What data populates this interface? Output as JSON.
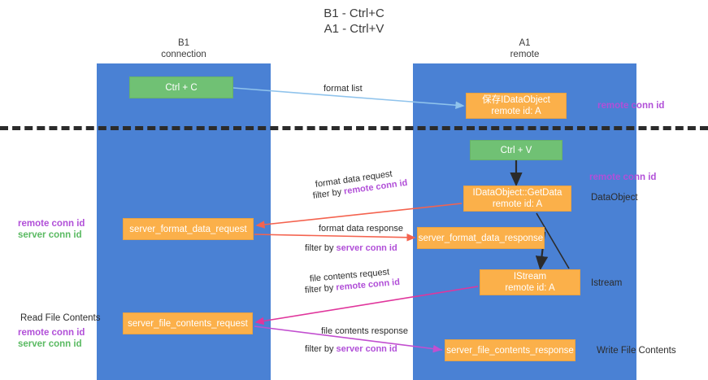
{
  "title": "B1 - Ctrl+C\nA1 - Ctrl+V",
  "columns": {
    "left": {
      "name": "B1",
      "role": "connection",
      "header": "B1\nconnection"
    },
    "right": {
      "name": "A1",
      "role": "remote",
      "header": "A1\nremote"
    }
  },
  "nodes": {
    "ctrl_c": {
      "label": "Ctrl + C",
      "color": "#70c174",
      "lane": "B1"
    },
    "idataobject": {
      "line1": "保存IDataObject",
      "line2": "remote id: A",
      "color": "#fbb04a",
      "lane": "A1"
    },
    "ctrl_v": {
      "label": "Ctrl + V",
      "color": "#70c174",
      "lane": "A1"
    },
    "getdata": {
      "line1": "IDataObject::GetData",
      "line2": "remote id: A",
      "color": "#fbb04a",
      "lane": "A1"
    },
    "server_format_data_request": {
      "label": "server_format_data_request",
      "color": "#fbb04a",
      "lane": "B1"
    },
    "server_format_data_response": {
      "label": "server_format_data_response",
      "color": "#fbb04a",
      "lane": "A1"
    },
    "istream": {
      "line1": "IStream",
      "line2": "remote id: A",
      "color": "#fbb04a",
      "lane": "A1"
    },
    "server_file_contents_request": {
      "label": "server_file_contents_request",
      "color": "#fbb04a",
      "lane": "B1"
    },
    "server_file_contents_response": {
      "label": "server_file_contents_response",
      "color": "#fbb04a",
      "lane": "A1"
    }
  },
  "edges": {
    "format_list": {
      "label": "format list",
      "color": "#8fc3ec"
    },
    "format_data_request": {
      "line1": "format data request",
      "line2_prefix": "filter by ",
      "line2_hl": "remote conn id",
      "color": "#f4634f"
    },
    "format_data_response": {
      "line1": "format data response",
      "line2_prefix": "filter by ",
      "line2_hl": "server conn id",
      "color": "#f4634f"
    },
    "file_contents_request": {
      "line1": "file contents request",
      "line2_prefix": "filter by ",
      "line2_hl": "remote conn id",
      "color": "#e0369c"
    },
    "file_contents_response": {
      "line1": "file contents response",
      "line2_prefix": "filter by ",
      "line2_hl": "server conn id",
      "color": "#c24fd0"
    }
  },
  "annotations": {
    "right": {
      "remote_conn_id_top": "remote conn id",
      "remote_conn_id_mid": "remote conn id",
      "dataobject": "DataObject",
      "istream": "Istream",
      "write_file_contents": "Write File Contents"
    },
    "left": {
      "remote_conn_id_a": "remote conn id",
      "server_conn_id_a": "server conn id",
      "read_file_contents": "Read File Contents",
      "remote_conn_id_b": "remote conn id",
      "server_conn_id_b": "server conn id"
    }
  },
  "colors": {
    "lane": "#4a81d4",
    "node_orange": "#fbb04a",
    "node_green": "#70c174",
    "purple": "#b14fd8",
    "green_text": "#5aba62",
    "divider": "#2b2b2b"
  }
}
